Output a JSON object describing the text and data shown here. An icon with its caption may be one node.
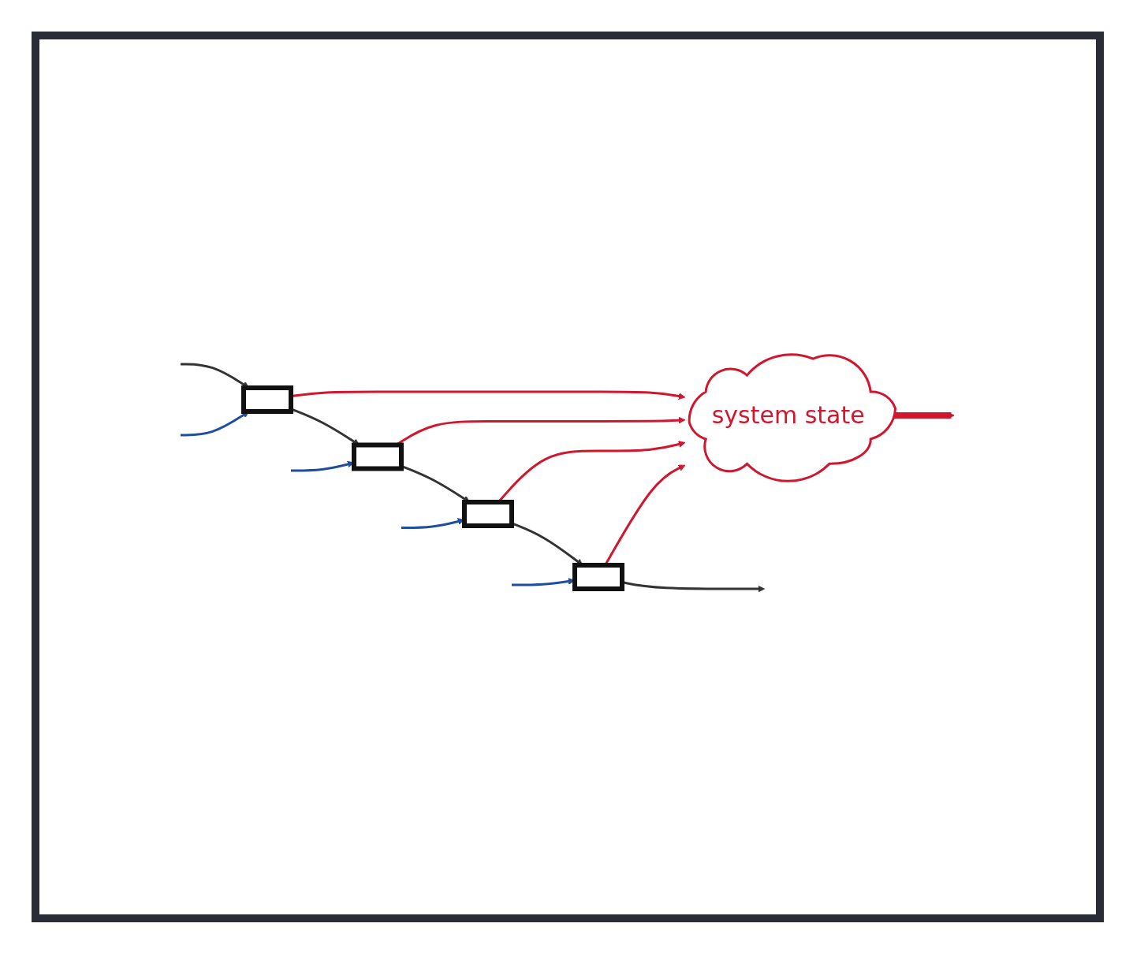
{
  "diagram": {
    "nodes": [
      {
        "text": [],
        "shape": "box"
      },
      {
        "text": [],
        "shape": "box"
      },
      {
        "text": [],
        "shape": "box"
      },
      {
        "text": [],
        "shape": "box"
      },
      {
        "text": [
          "system state"
        ]
      }
    ],
    "edges": [
      {
        "from": null,
        "to": 0,
        "arrow": "to"
      },
      {
        "from": 0,
        "to": 1,
        "arrow": "to"
      },
      {
        "from": 1,
        "to": 2,
        "arrow": "to"
      },
      {
        "from": 2,
        "to": 3,
        "arrow": "to"
      },
      {
        "from": 3,
        "to": null,
        "arrow": "to"
      },
      {
        "from": null,
        "to": 0,
        "arrow": "to",
        "color": "#1f4e9e"
      },
      {
        "from": null,
        "to": 1,
        "arrow": "to",
        "color": "#1f4e9e"
      },
      {
        "from": null,
        "to": 2,
        "arrow": "to",
        "color": "#1f4e9e"
      },
      {
        "from": null,
        "to": 3,
        "arrow": "to",
        "color": "#1f4e9e"
      },
      {
        "from": 0,
        "to": 4,
        "arrow": "to",
        "color": "#d0172e"
      },
      {
        "from": 1,
        "to": 4,
        "arrow": "to",
        "color": "#d0172e"
      },
      {
        "from": 2,
        "to": 4,
        "arrow": "to",
        "color": "#d0172e"
      },
      {
        "from": 3,
        "to": 4,
        "arrow": "to",
        "color": "#d0172e"
      },
      {
        "from": 4,
        "to": null,
        "arrow": "to",
        "style": "thick",
        "color": "#d0172e"
      }
    ]
  }
}
